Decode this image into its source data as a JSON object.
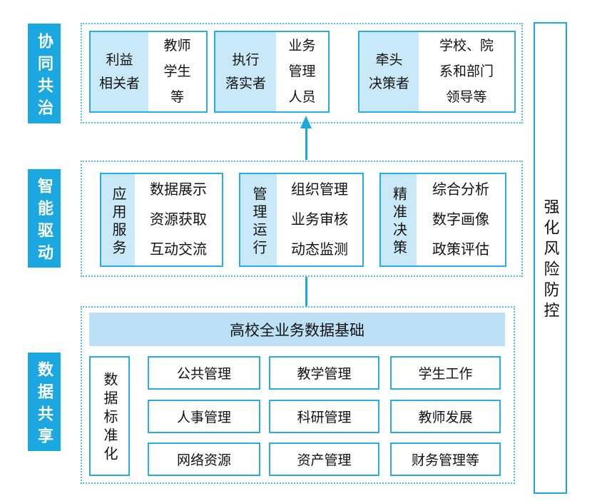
{
  "colors": {
    "primary_blue": "#1BA7E0",
    "box_border_blue": "#2AACE2",
    "dashed_border_blue": "#4CBDEA",
    "light_cell_fill": "#CAE9F8",
    "header_bar_fill": "#BCE1F6",
    "text": "#111111"
  },
  "side_labels": {
    "collaboration": "协同共治",
    "intelligence": "智能驱动",
    "data_sharing": "数据共享"
  },
  "risk_label": "强化风险防控",
  "collaboration_layer": {
    "boxes": [
      {
        "role": [
          "利益",
          "相关者"
        ],
        "members": [
          "教师",
          "学生",
          "等"
        ]
      },
      {
        "role": [
          "执行",
          "落实者"
        ],
        "members": [
          "业务",
          "管理",
          "人员"
        ]
      },
      {
        "role": [
          "牵头",
          "决策者"
        ],
        "members": [
          "学校、院",
          "系和部门",
          "领导等"
        ]
      }
    ]
  },
  "intelligence_layer": {
    "boxes": [
      {
        "category": "应用服务",
        "items": [
          "数据展示",
          "资源获取",
          "互动交流"
        ]
      },
      {
        "category": "管理运行",
        "items": [
          "组织管理",
          "业务审核",
          "动态监测"
        ]
      },
      {
        "category": "精准决策",
        "items": [
          "综合分析",
          "数字画像",
          "政策评估"
        ]
      }
    ]
  },
  "data_layer": {
    "header": "高校全业务数据基础",
    "standardization": "数据标准化",
    "domains": [
      [
        "公共管理",
        "教学管理",
        "学生工作"
      ],
      [
        "人事管理",
        "科研管理",
        "教师发展"
      ],
      [
        "网络资源",
        "资产管理",
        "财务管理等"
      ]
    ]
  }
}
